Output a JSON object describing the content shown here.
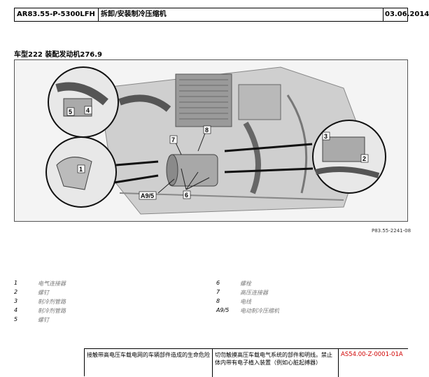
{
  "header": {
    "doc_id": "AR83.55-P-5300LFH",
    "title": "拆卸/安装制冷压缩机",
    "date": "03.06.2014"
  },
  "vehicle_line": "车型222 装配发动机276.9",
  "figure": {
    "callouts": [
      "5",
      "4",
      "1",
      "7",
      "8",
      "6",
      "3",
      "2",
      "A9/5"
    ],
    "ref": "P83.55-2241-08"
  },
  "legend": {
    "left": [
      {
        "num": "1",
        "text": "电气连接器"
      },
      {
        "num": "2",
        "text": "螺钉"
      },
      {
        "num": "3",
        "text": "制冷剂管路"
      },
      {
        "num": "4",
        "text": "制冷剂管路"
      },
      {
        "num": "5",
        "text": "螺钉"
      }
    ],
    "right": [
      {
        "num": "6",
        "text": "螺栓"
      },
      {
        "num": "7",
        "text": "高压连接器"
      },
      {
        "num": "8",
        "text": "电线"
      },
      {
        "num": "A9/5",
        "text": "电动制冷压缩机"
      }
    ]
  },
  "warning_table": {
    "risk": "接触带高电压车载电网的车辆部件造成的生命危险",
    "measure": "切勿触摸高压车载电气系统的部件和明线。禁止体内带有电子植入装置（例如心脏起搏器）",
    "link": "AS54.00-Z-0001-01A"
  },
  "colors": {
    "link": "#d00000",
    "legend_text": "#7a7a7a"
  }
}
